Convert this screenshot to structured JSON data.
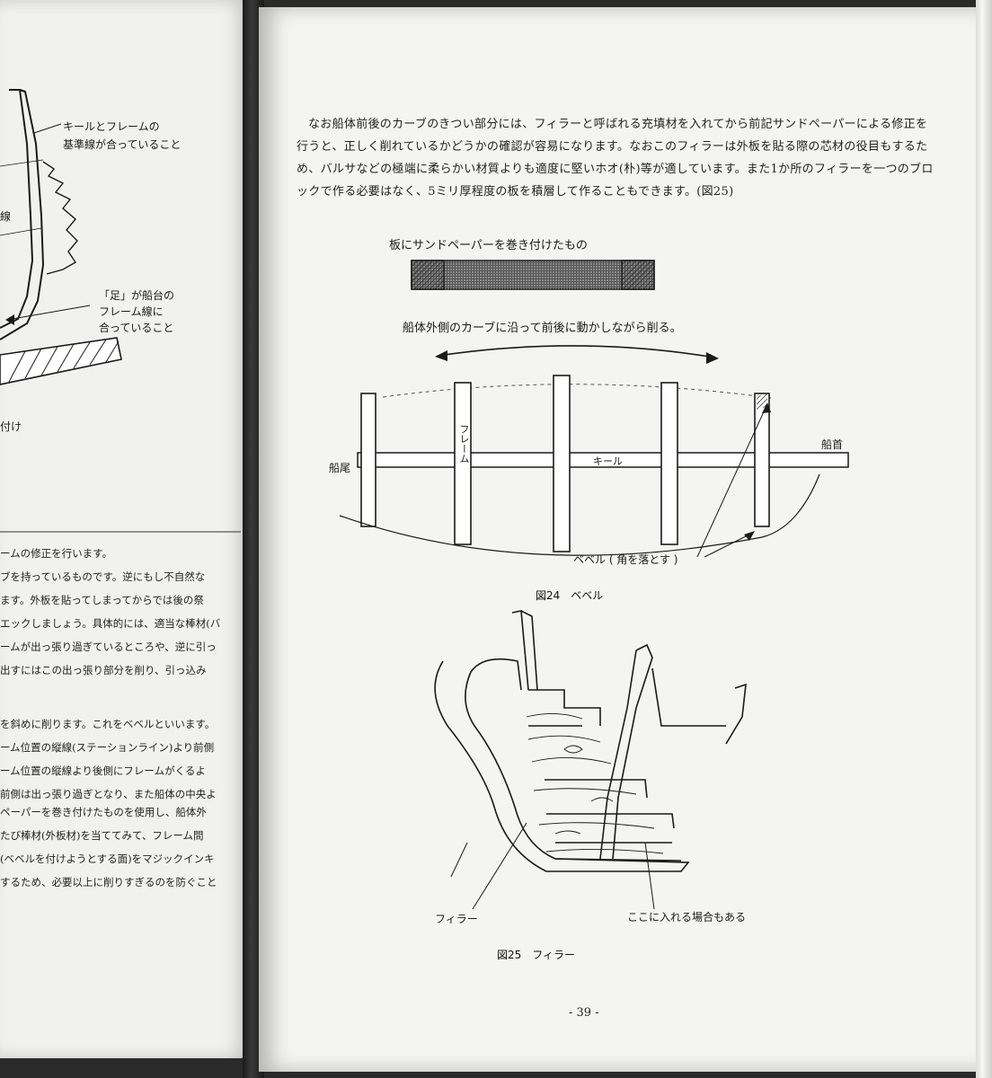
{
  "left_page": {
    "callouts": {
      "keel_frame": [
        "キールとフレームの",
        "基準線が合っていること"
      ],
      "foot": [
        "「足」が船台の",
        "フレーム線に",
        "合っていること"
      ],
      "fragment_a": "線",
      "fragment_b": "付け"
    },
    "lines": [
      "ームの修正を行います。",
      "ブを持っているものです。逆にもし不自然な",
      "ます。外板を貼ってしまってからでは後の祭",
      "エックしましょう。具体的には、適当な棒材(バ",
      "ームが出っ張り過ぎているところや、逆に引っ",
      "出すにはこの出っ張り部分を削り、引っ込み",
      "を斜めに削ります。これをベベルといいます。",
      "ーム位置の縦線(ステーションライン)より前側",
      "ーム位置の縦線より後側にフレームがくるよ",
      "前側は出っ張り過ぎとなり、また船体の中央よ",
      "ペーパーを巻き付けたものを使用し、船体外",
      "たび棒材(外板材)を当ててみて、フレーム間",
      "(ベベルを付けようとする面)をマジックインキ",
      "するため、必要以上に削りすぎるのを防ぐこと"
    ]
  },
  "right_page": {
    "paragraph": "なお船体前後のカーブのきつい部分には、フィラーと呼ばれる充填材を入れてから前記サンドペーパーによる修正を行うと、正しく削れているかどうかの確認が容易になります。なおこのフィラーは外板を貼る際の芯材の役目もするため、バルサなどの極端に柔らかい材質よりも適度に堅いホオ(朴)等が適しています。また1か所のフィラーを一つのブロックで作る必要はなく、5ミリ厚程度の板を積層して作ることもできます。(図25)",
    "fig24": {
      "sander_label": "板にサンドペーパーを巻き付けたもの",
      "motion_label": "船体外側のカーブに沿って前後に動かしながら削る。",
      "stern": "船尾",
      "bow": "船首",
      "frame": "フレーム",
      "keel": "キール",
      "bevel": "ベベル ( 角を落とす )",
      "caption": "図24　ベベル"
    },
    "fig25": {
      "filler": "フィラー",
      "also_here": "ここに入れる場合もある",
      "caption": "図25　フィラー"
    },
    "page_number": "- 39 -"
  },
  "colors": {
    "paper": "#f4f4f2",
    "ink": "#1a1a1a",
    "background": "#2a2a2a"
  }
}
